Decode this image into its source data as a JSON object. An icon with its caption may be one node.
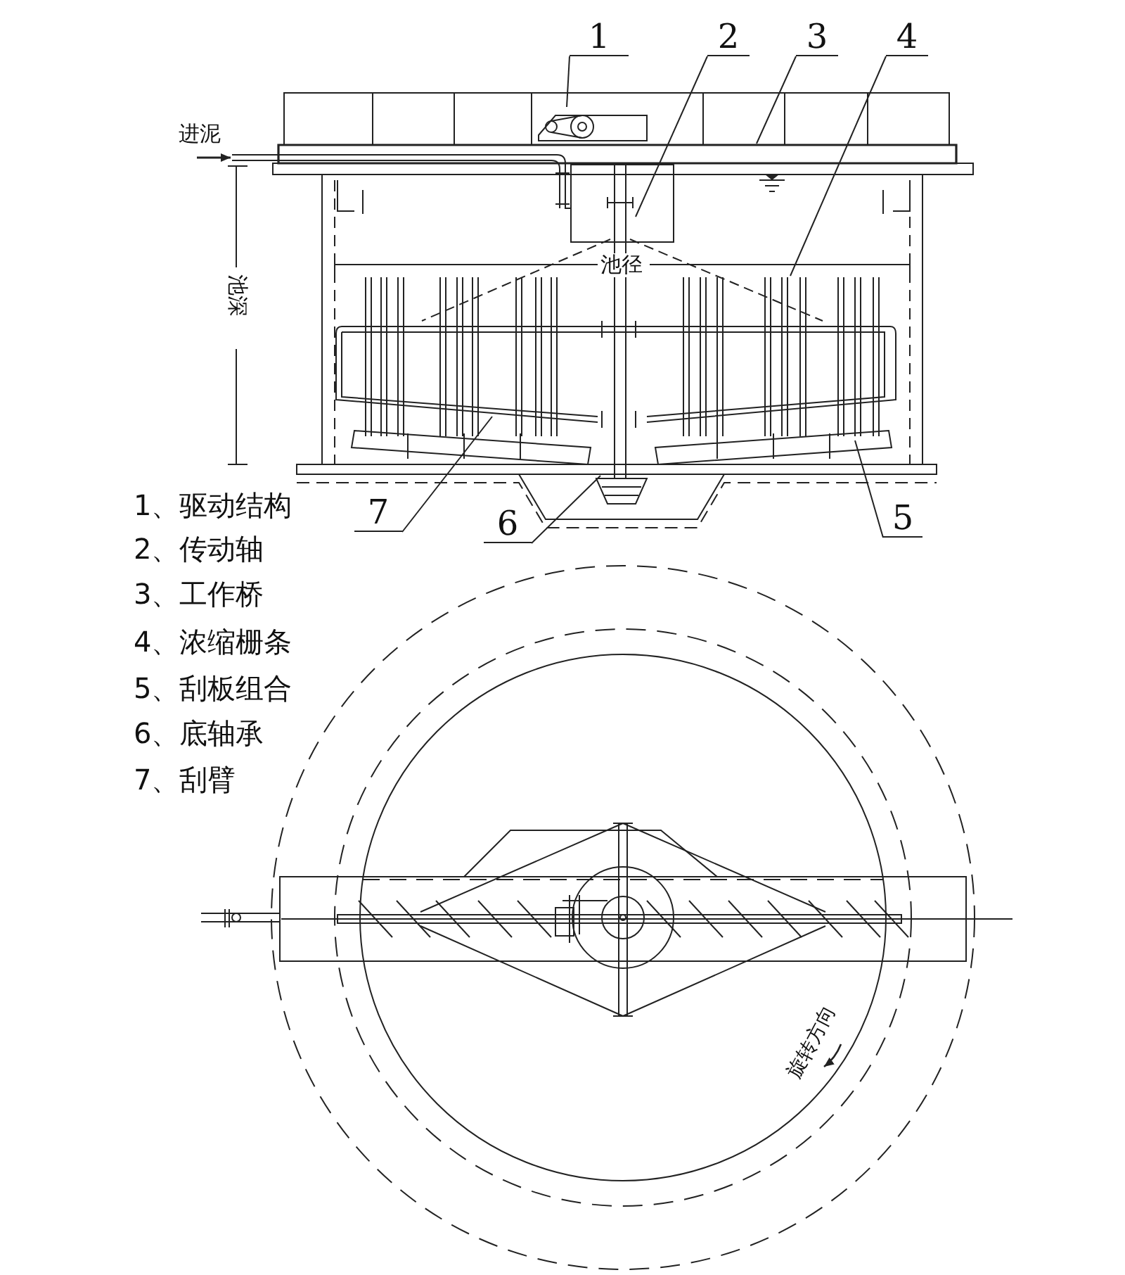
{
  "diagram": {
    "nodes": [
      {
        "text": [
          "1"
        ]
      },
      {
        "text": [
          "2"
        ]
      },
      {
        "text": [
          "3"
        ]
      },
      {
        "text": [
          "4"
        ]
      },
      {
        "text": [
          "7"
        ]
      },
      {
        "text": [
          "6"
        ]
      },
      {
        "text": [
          "5"
        ]
      }
    ],
    "edges": [
      {
        "from": 0,
        "to": null,
        "arrow": "none"
      },
      {
        "from": 1,
        "to": null,
        "arrow": "none"
      },
      {
        "from": 2,
        "to": null,
        "arrow": "none"
      },
      {
        "from": 3,
        "to": null,
        "arrow": "none"
      },
      {
        "from": 4,
        "to": null,
        "arrow": "none"
      },
      {
        "from": 5,
        "to": null,
        "arrow": "none"
      },
      {
        "from": 6,
        "to": null,
        "arrow": "none"
      }
    ],
    "labels": [
      "进泥",
      "池深",
      "池径",
      "1、驱动结构",
      "2、传动轴",
      "3、工作桥",
      "4、浓缩栅条",
      "5、刮板组合",
      "6、底轴承",
      "7、刮臂",
      "旋转方向"
    ]
  }
}
